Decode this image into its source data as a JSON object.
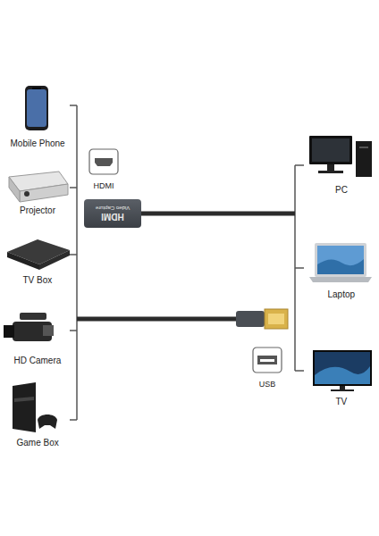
{
  "diagram": {
    "nodes": [
      {
        "text": [
          "HDMI"
        ]
      },
      {
        "text": [
          "HDMI",
          "Video Capture"
        ]
      },
      {
        "text": [
          "USB"
        ]
      }
    ],
    "labels": [
      "Mobile Phone",
      "Projector",
      "TV Box",
      "HD Camera",
      "Game Box",
      "PC",
      "Laptop",
      "TV"
    ]
  }
}
